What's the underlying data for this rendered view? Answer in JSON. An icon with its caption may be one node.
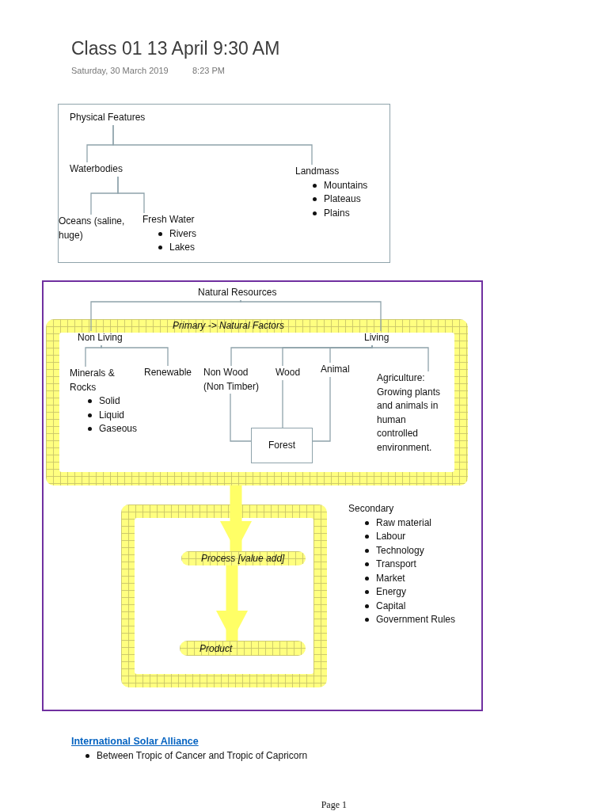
{
  "diagram": {
    "title": "Class 01 13 April 9:30 AM",
    "nodes": [
      {
        "text": [],
        "shape": "box"
      },
      {
        "text": [
          "Physical Features"
        ],
        "in": 0
      },
      {
        "text": [
          "Waterbodies"
        ],
        "in": 0
      },
      {
        "text": [
          "Landmass",
          "Mountains",
          "Plateaus",
          "Plains"
        ],
        "in": 0
      },
      {
        "text": [
          "Oceans (saline, huge)"
        ],
        "in": 0
      },
      {
        "text": [
          "Fresh Water",
          "Rivers",
          "Lakes"
        ],
        "in": 0
      },
      {
        "text": [],
        "shape": "box"
      },
      {
        "text": [
          "Natural Resources"
        ],
        "in": 6
      },
      {
        "text": [
          "Primary -> Natural Factors"
        ],
        "in": 6
      },
      {
        "text": [
          "Non Living"
        ],
        "in": 8
      },
      {
        "text": [
          "Living"
        ],
        "in": 8
      },
      {
        "text": [
          "Minerals & Rocks",
          "Solid",
          "Liquid",
          "Gaseous"
        ],
        "in": 8
      },
      {
        "text": [
          "Renewable"
        ],
        "in": 8
      },
      {
        "text": [
          "Non Wood (Non Timber)"
        ],
        "in": 8
      },
      {
        "text": [
          "Wood"
        ],
        "in": 8
      },
      {
        "text": [
          "Animal"
        ],
        "in": 8
      },
      {
        "text": [
          "Agriculture: Growing plants and animals in human controlled environment."
        ],
        "in": 8
      },
      {
        "text": [
          "Forest"
        ],
        "in": 8
      },
      {
        "text": [],
        "shape": "box",
        "in": 6
      },
      {
        "text": [
          "Process [value add]"
        ],
        "in": 18
      },
      {
        "text": [
          "Product"
        ],
        "in": 18
      },
      {
        "text": [
          "Secondary",
          "Raw material",
          "Labour",
          "Technology",
          "Transport",
          "Market",
          "Energy",
          "Capital",
          "Government Rules"
        ],
        "in": 6
      }
    ],
    "edges": [
      {
        "from": 1,
        "to": 2,
        "arrow": "none"
      },
      {
        "from": 1,
        "to": 3,
        "arrow": "none"
      },
      {
        "from": 2,
        "to": 4,
        "arrow": "none"
      },
      {
        "from": 2,
        "to": 5,
        "arrow": "none"
      },
      {
        "from": 7,
        "to": 9,
        "arrow": "none"
      },
      {
        "from": 7,
        "to": 10,
        "arrow": "none"
      },
      {
        "from": 9,
        "to": 11,
        "arrow": "none"
      },
      {
        "from": 9,
        "to": 12,
        "arrow": "none"
      },
      {
        "from": 10,
        "to": 13,
        "arrow": "none"
      },
      {
        "from": 10,
        "to": 14,
        "arrow": "none"
      },
      {
        "from": 10,
        "to": 15,
        "arrow": "none"
      },
      {
        "from": 10,
        "to": 16,
        "arrow": "none"
      },
      {
        "from": 13,
        "to": 17,
        "arrow": "none"
      },
      {
        "from": 14,
        "to": 17,
        "arrow": "none"
      },
      {
        "from": 15,
        "to": 17,
        "arrow": "none"
      },
      {
        "from": 8,
        "to": 19,
        "arrow": "to",
        "style": "thick",
        "color": "#ffff66"
      },
      {
        "from": 19,
        "to": 20,
        "arrow": "to",
        "style": "thick",
        "color": "#ffff66"
      }
    ],
    "labels": [
      "Saturday, 30 March 2019",
      "8:23 PM",
      "International Solar Alliance",
      "Between Tropic of Cancer and Tropic of Capricorn",
      "Page 1"
    ]
  }
}
